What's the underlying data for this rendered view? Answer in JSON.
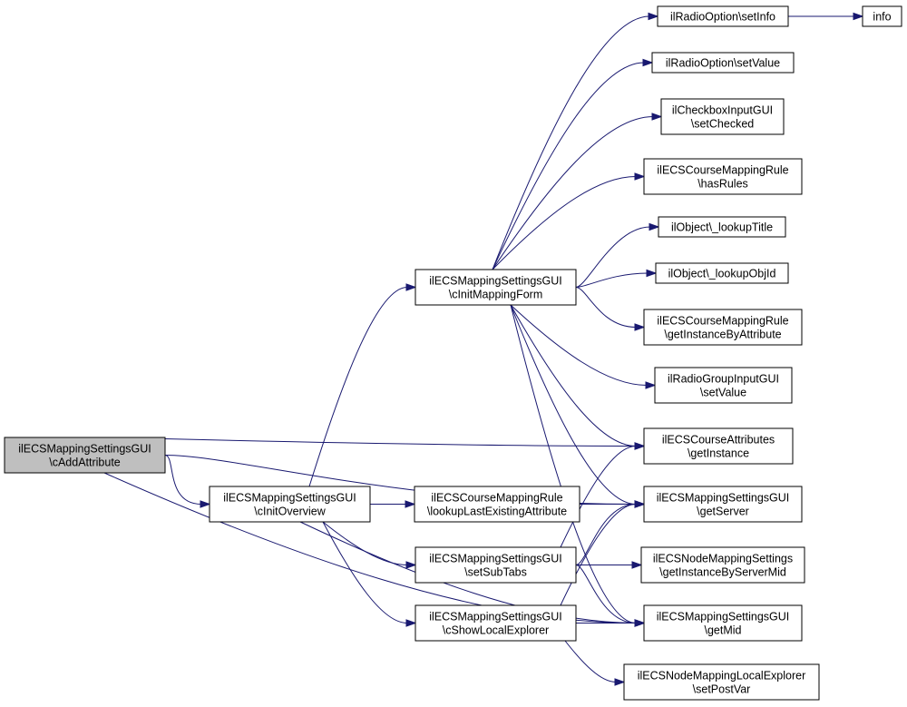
{
  "colors": {
    "edge": "#191970",
    "root_fill": "#bfbfbf",
    "node_fill": "#ffffff",
    "border": "#000000"
  },
  "nodes": [
    {
      "id": "root",
      "lines": [
        "ilECSMappingSettingsGUI",
        "\\cAddAttribute"
      ],
      "root": true
    },
    {
      "id": "cinit",
      "lines": [
        "ilECSMappingSettingsGUI",
        "\\cInitOverview"
      ]
    },
    {
      "id": "cmap",
      "lines": [
        "ilECSMappingSettingsGUI",
        "\\cInitMappingForm"
      ]
    },
    {
      "id": "lookupLast",
      "lines": [
        "ilECSCourseMappingRule",
        "\\lookupLastExistingAttribute"
      ]
    },
    {
      "id": "subtabs",
      "lines": [
        "ilECSMappingSettingsGUI",
        "\\setSubTabs"
      ]
    },
    {
      "id": "showlocal",
      "lines": [
        "ilECSMappingSettingsGUI",
        "\\cShowLocalExplorer"
      ]
    },
    {
      "id": "setinfo",
      "lines": [
        "ilRadioOption\\setInfo"
      ]
    },
    {
      "id": "info",
      "lines": [
        "info"
      ]
    },
    {
      "id": "setvalue",
      "lines": [
        "ilRadioOption\\setValue"
      ]
    },
    {
      "id": "setchecked",
      "lines": [
        "ilCheckboxInputGUI",
        "\\setChecked"
      ]
    },
    {
      "id": "hasrules",
      "lines": [
        "ilECSCourseMappingRule",
        "\\hasRules"
      ]
    },
    {
      "id": "lookuptitle",
      "lines": [
        "ilObject\\_lookupTitle"
      ]
    },
    {
      "id": "lookupobjid",
      "lines": [
        "ilObject\\_lookupObjId"
      ]
    },
    {
      "id": "getinstbyattr",
      "lines": [
        "ilECSCourseMappingRule",
        "\\getInstanceByAttribute"
      ]
    },
    {
      "id": "radiogroup",
      "lines": [
        "ilRadioGroupInputGUI",
        "\\setValue"
      ]
    },
    {
      "id": "courseattr",
      "lines": [
        "ilECSCourseAttributes",
        "\\getInstance"
      ]
    },
    {
      "id": "getserver",
      "lines": [
        "ilECSMappingSettingsGUI",
        "\\getServer"
      ]
    },
    {
      "id": "nodemapping",
      "lines": [
        "ilECSNodeMappingSettings",
        "\\getInstanceByServerMid"
      ]
    },
    {
      "id": "getmid",
      "lines": [
        "ilECSMappingSettingsGUI",
        "\\getMid"
      ]
    },
    {
      "id": "postvar",
      "lines": [
        "ilECSNodeMappingLocalExplorer",
        "\\setPostVar"
      ]
    }
  ],
  "edges": [
    [
      "root",
      "cinit"
    ],
    [
      "root",
      "courseattr"
    ],
    [
      "root",
      "getserver"
    ],
    [
      "root",
      "getmid"
    ],
    [
      "cinit",
      "cmap"
    ],
    [
      "cinit",
      "lookupLast"
    ],
    [
      "cinit",
      "subtabs"
    ],
    [
      "cinit",
      "showlocal"
    ],
    [
      "cinit",
      "getserver"
    ],
    [
      "cinit",
      "getmid"
    ],
    [
      "cmap",
      "setinfo"
    ],
    [
      "cmap",
      "setvalue"
    ],
    [
      "cmap",
      "setchecked"
    ],
    [
      "cmap",
      "hasrules"
    ],
    [
      "cmap",
      "lookuptitle"
    ],
    [
      "cmap",
      "lookupobjid"
    ],
    [
      "cmap",
      "getinstbyattr"
    ],
    [
      "cmap",
      "radiogroup"
    ],
    [
      "cmap",
      "courseattr"
    ],
    [
      "cmap",
      "getserver"
    ],
    [
      "cmap",
      "getmid"
    ],
    [
      "setinfo",
      "info"
    ],
    [
      "subtabs",
      "courseattr"
    ],
    [
      "subtabs",
      "getserver"
    ],
    [
      "subtabs",
      "nodemapping"
    ],
    [
      "subtabs",
      "getmid"
    ],
    [
      "showlocal",
      "getserver"
    ],
    [
      "showlocal",
      "getmid"
    ],
    [
      "showlocal",
      "postvar"
    ]
  ]
}
